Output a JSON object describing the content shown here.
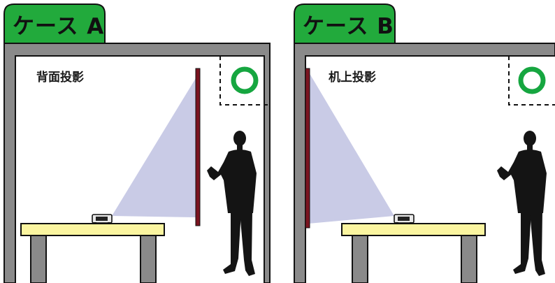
{
  "cases": [
    {
      "tab_label": "ケース A",
      "caption": "背面投影",
      "result_icon": "ok-circle-icon"
    },
    {
      "tab_label": "ケース B",
      "caption": "机上投影",
      "result_icon": "ok-circle-icon"
    }
  ],
  "colors": {
    "tab_fill": "#22aa3c",
    "wall": "#8a8a8a",
    "screen": "#7a1420",
    "light_beam": "#c9cbe6",
    "table_top": "#fbf5a0",
    "ok_mark": "#16a640",
    "person": "#141414"
  }
}
